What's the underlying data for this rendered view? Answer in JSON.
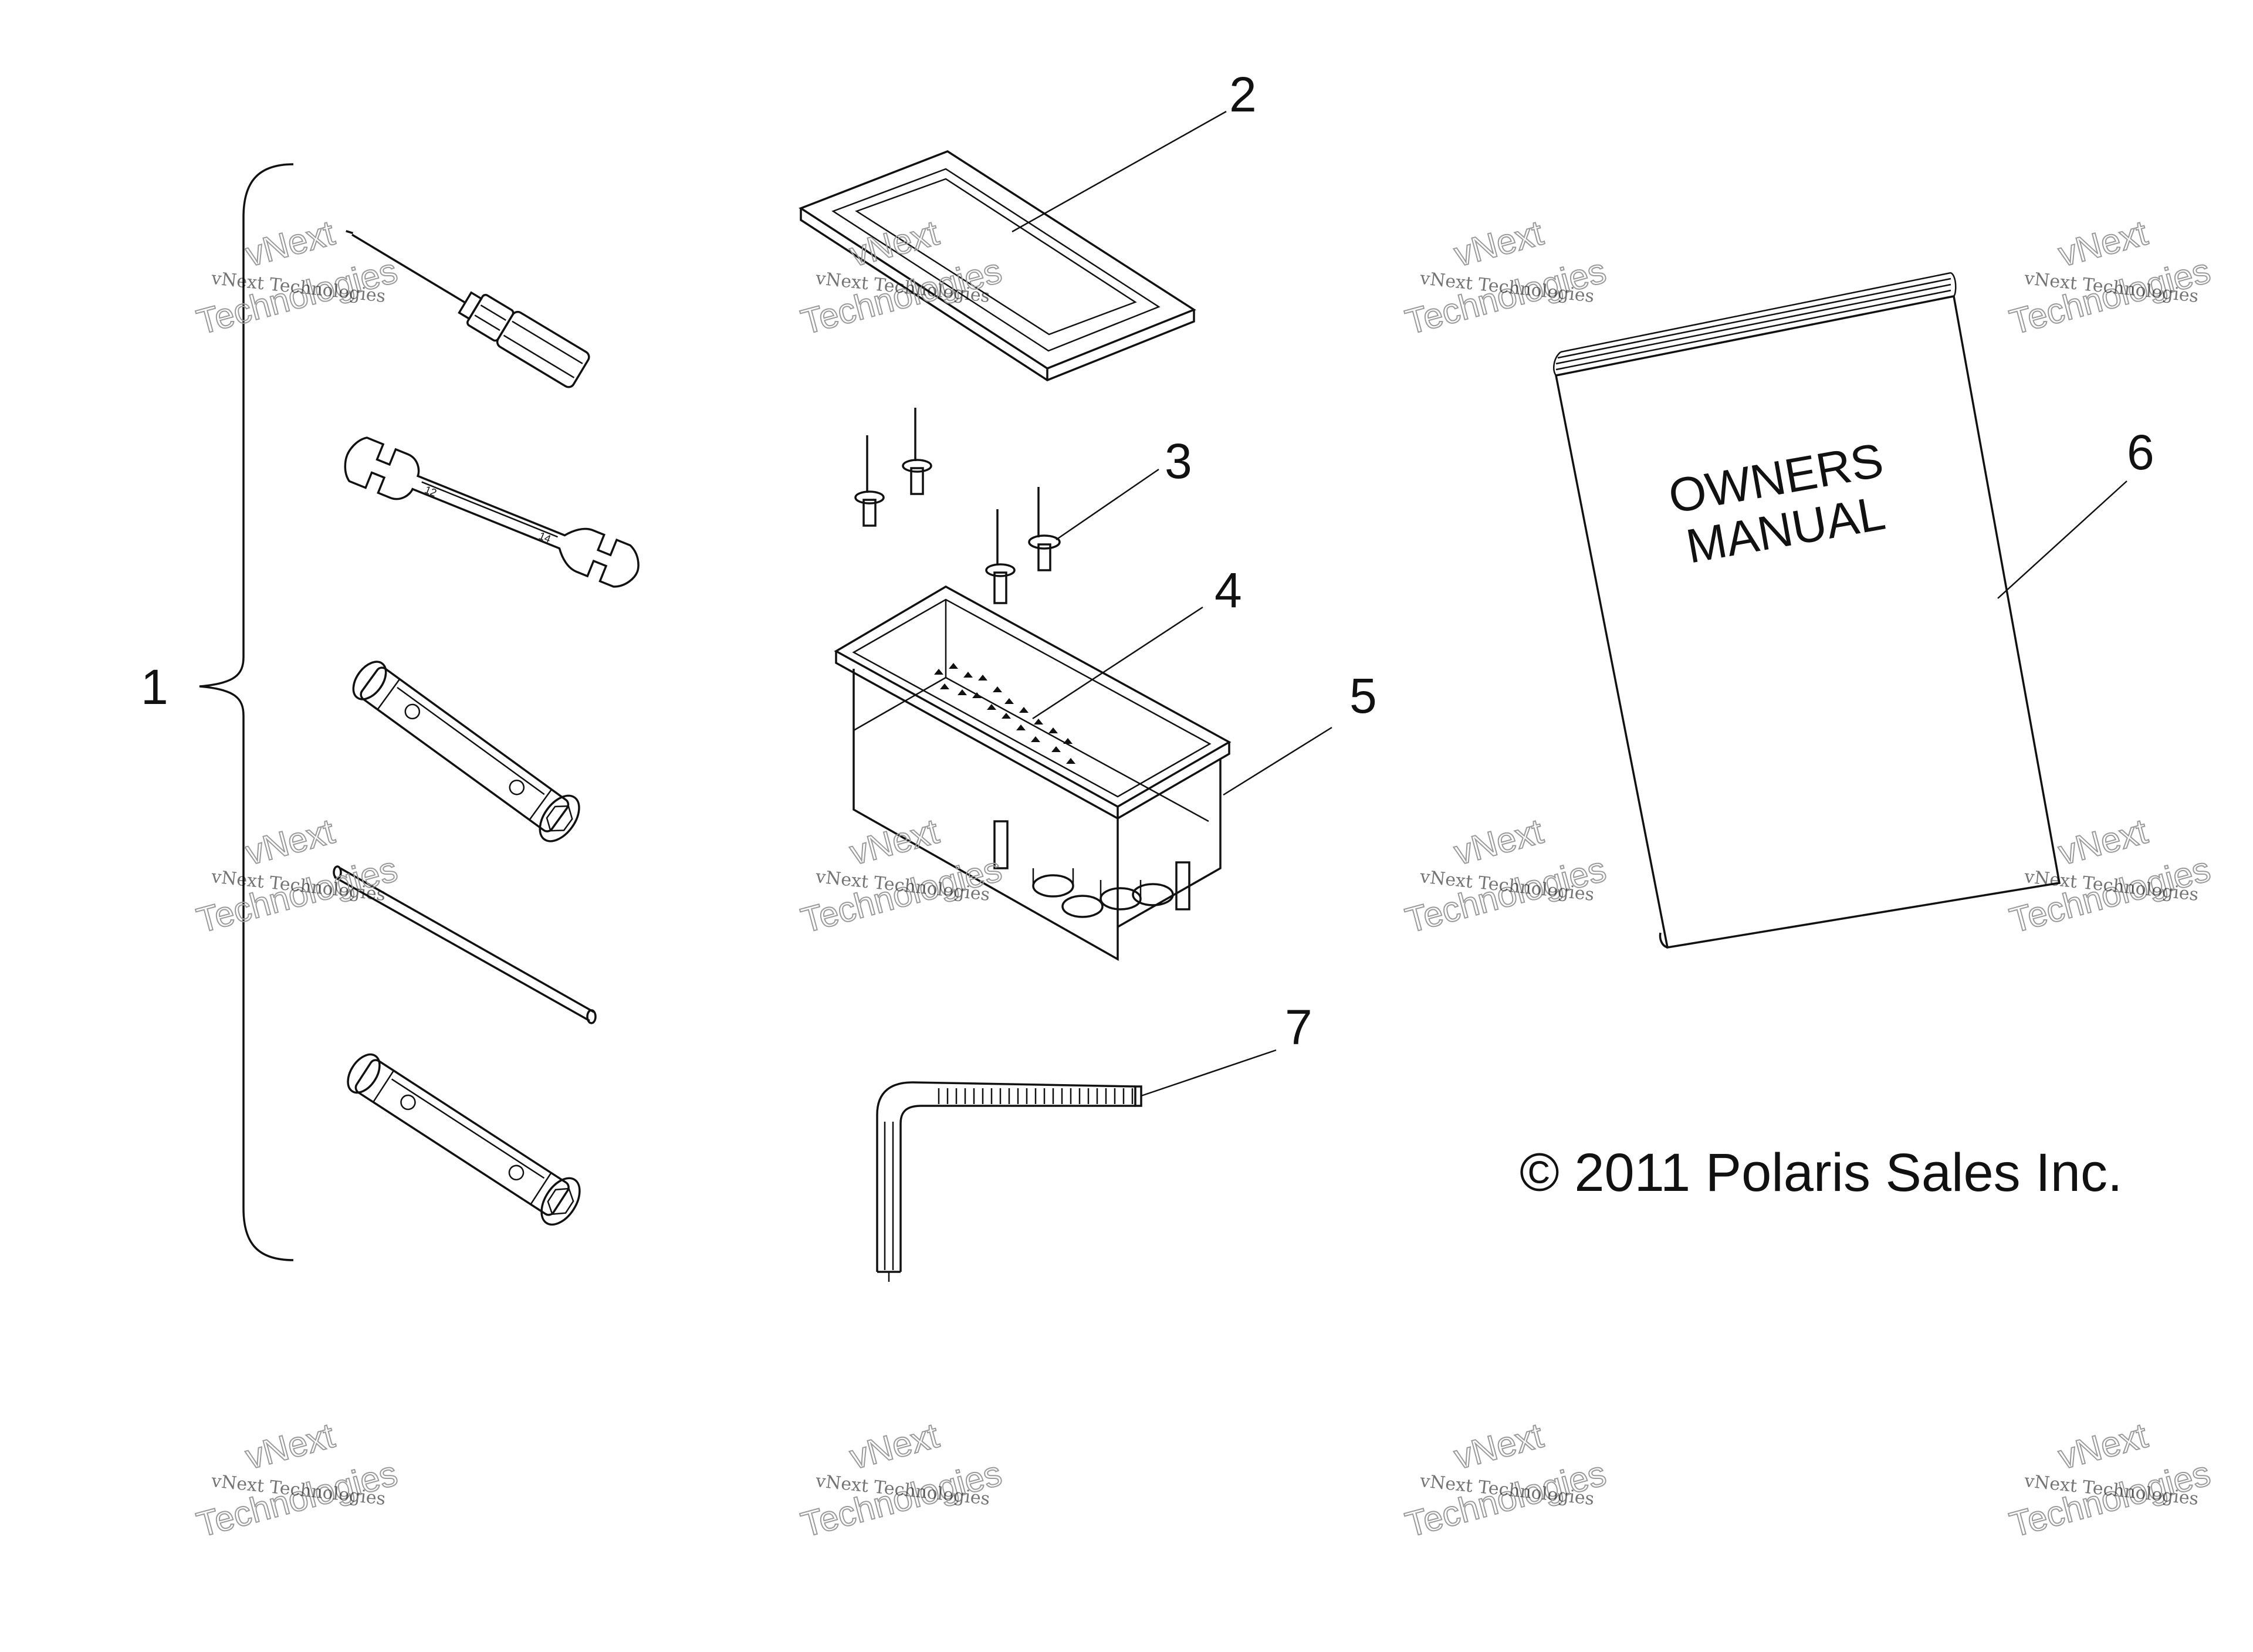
{
  "callouts": {
    "c1": "1",
    "c2": "2",
    "c3": "3",
    "c4": "4",
    "c5": "5",
    "c6": "6",
    "c7": "7"
  },
  "manual": {
    "line1": "OWNERS",
    "line2": "MANUAL"
  },
  "copyright": "© 2011 Polaris Sales Inc.",
  "watermark": {
    "line1": "vNext Technologies",
    "line2": "Technologies",
    "overlay": "vNext"
  }
}
